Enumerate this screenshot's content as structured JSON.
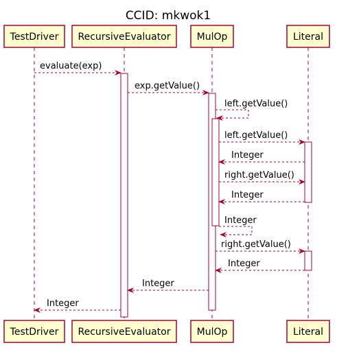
{
  "title": "CCID: mkwok1",
  "participants": [
    {
      "id": "td",
      "name": "TestDriver"
    },
    {
      "id": "re",
      "name": "RecursiveEvaluator"
    },
    {
      "id": "mo",
      "name": "MulOp"
    },
    {
      "id": "li",
      "name": "Literal"
    }
  ],
  "messages": [
    {
      "from": "td",
      "to": "re",
      "label": "evaluate(exp)"
    },
    {
      "from": "re",
      "to": "mo",
      "label": "exp.getValue()"
    },
    {
      "from": "mo",
      "to": "mo",
      "label": "left.getValue()"
    },
    {
      "from": "mo",
      "to": "li",
      "label": "left.getValue()"
    },
    {
      "from": "li",
      "to": "mo",
      "label": "Integer"
    },
    {
      "from": "mo",
      "to": "li",
      "label": "right.getValue()"
    },
    {
      "from": "li",
      "to": "mo",
      "label": "Integer"
    },
    {
      "from": "mo",
      "to": "mo",
      "label": "Integer"
    },
    {
      "from": "mo",
      "to": "li",
      "label": "right.getValue()"
    },
    {
      "from": "li",
      "to": "mo",
      "label": "Integer"
    },
    {
      "from": "mo",
      "to": "re",
      "label": "Integer"
    },
    {
      "from": "re",
      "to": "td",
      "label": "Integer"
    }
  ],
  "colors": {
    "participant_fill": "#FEFECE",
    "participant_border": "#A80036",
    "lifeline": "#A80036",
    "arrow": "#A80036",
    "activation_fill": "#FFFFFF"
  }
}
